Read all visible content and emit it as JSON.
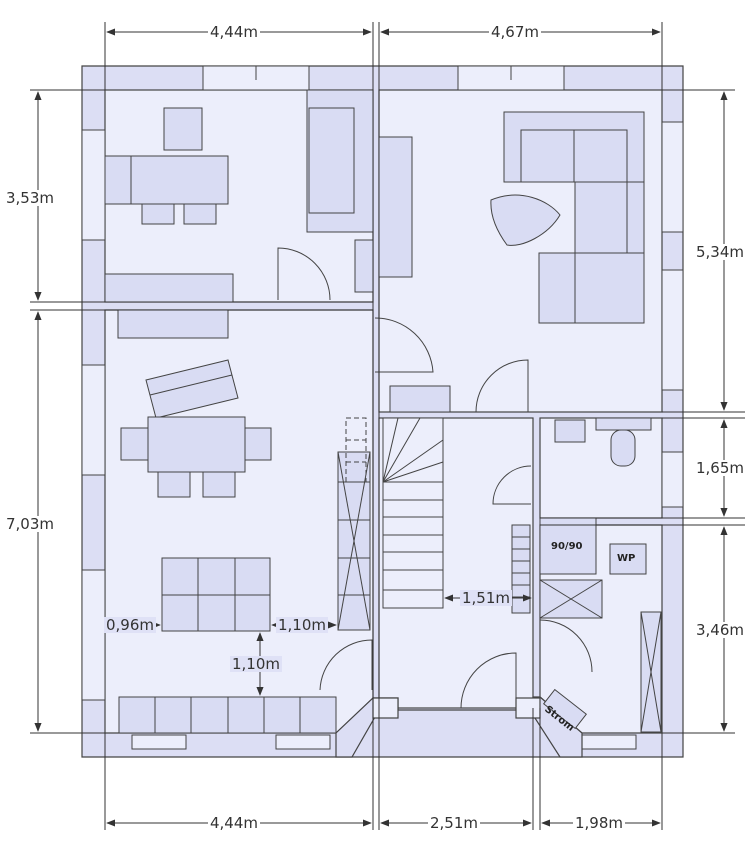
{
  "colors": {
    "wall": "#dcdef4",
    "floor": "#eceefb",
    "furniture": "#d9dcf3",
    "line": "#444444",
    "dim": "#333333"
  },
  "dimensions": {
    "top_left": "4,44m",
    "top_right": "4,67m",
    "bottom_left": "4,44m",
    "bottom_mid": "2,51m",
    "bottom_right": "1,98m",
    "left_upper": "3,53m",
    "left_lower": "7,03m",
    "right_upper": "5,34m",
    "right_mid": "1,65m",
    "right_lower": "3,46m",
    "inner_left": "0,96m",
    "inner_right": "1,10m",
    "inner_vertical": "1,10m",
    "stair_width": "1,51m"
  },
  "labels": {
    "boiler": "90/90",
    "heat_pump": "WP",
    "power": "Strom"
  }
}
